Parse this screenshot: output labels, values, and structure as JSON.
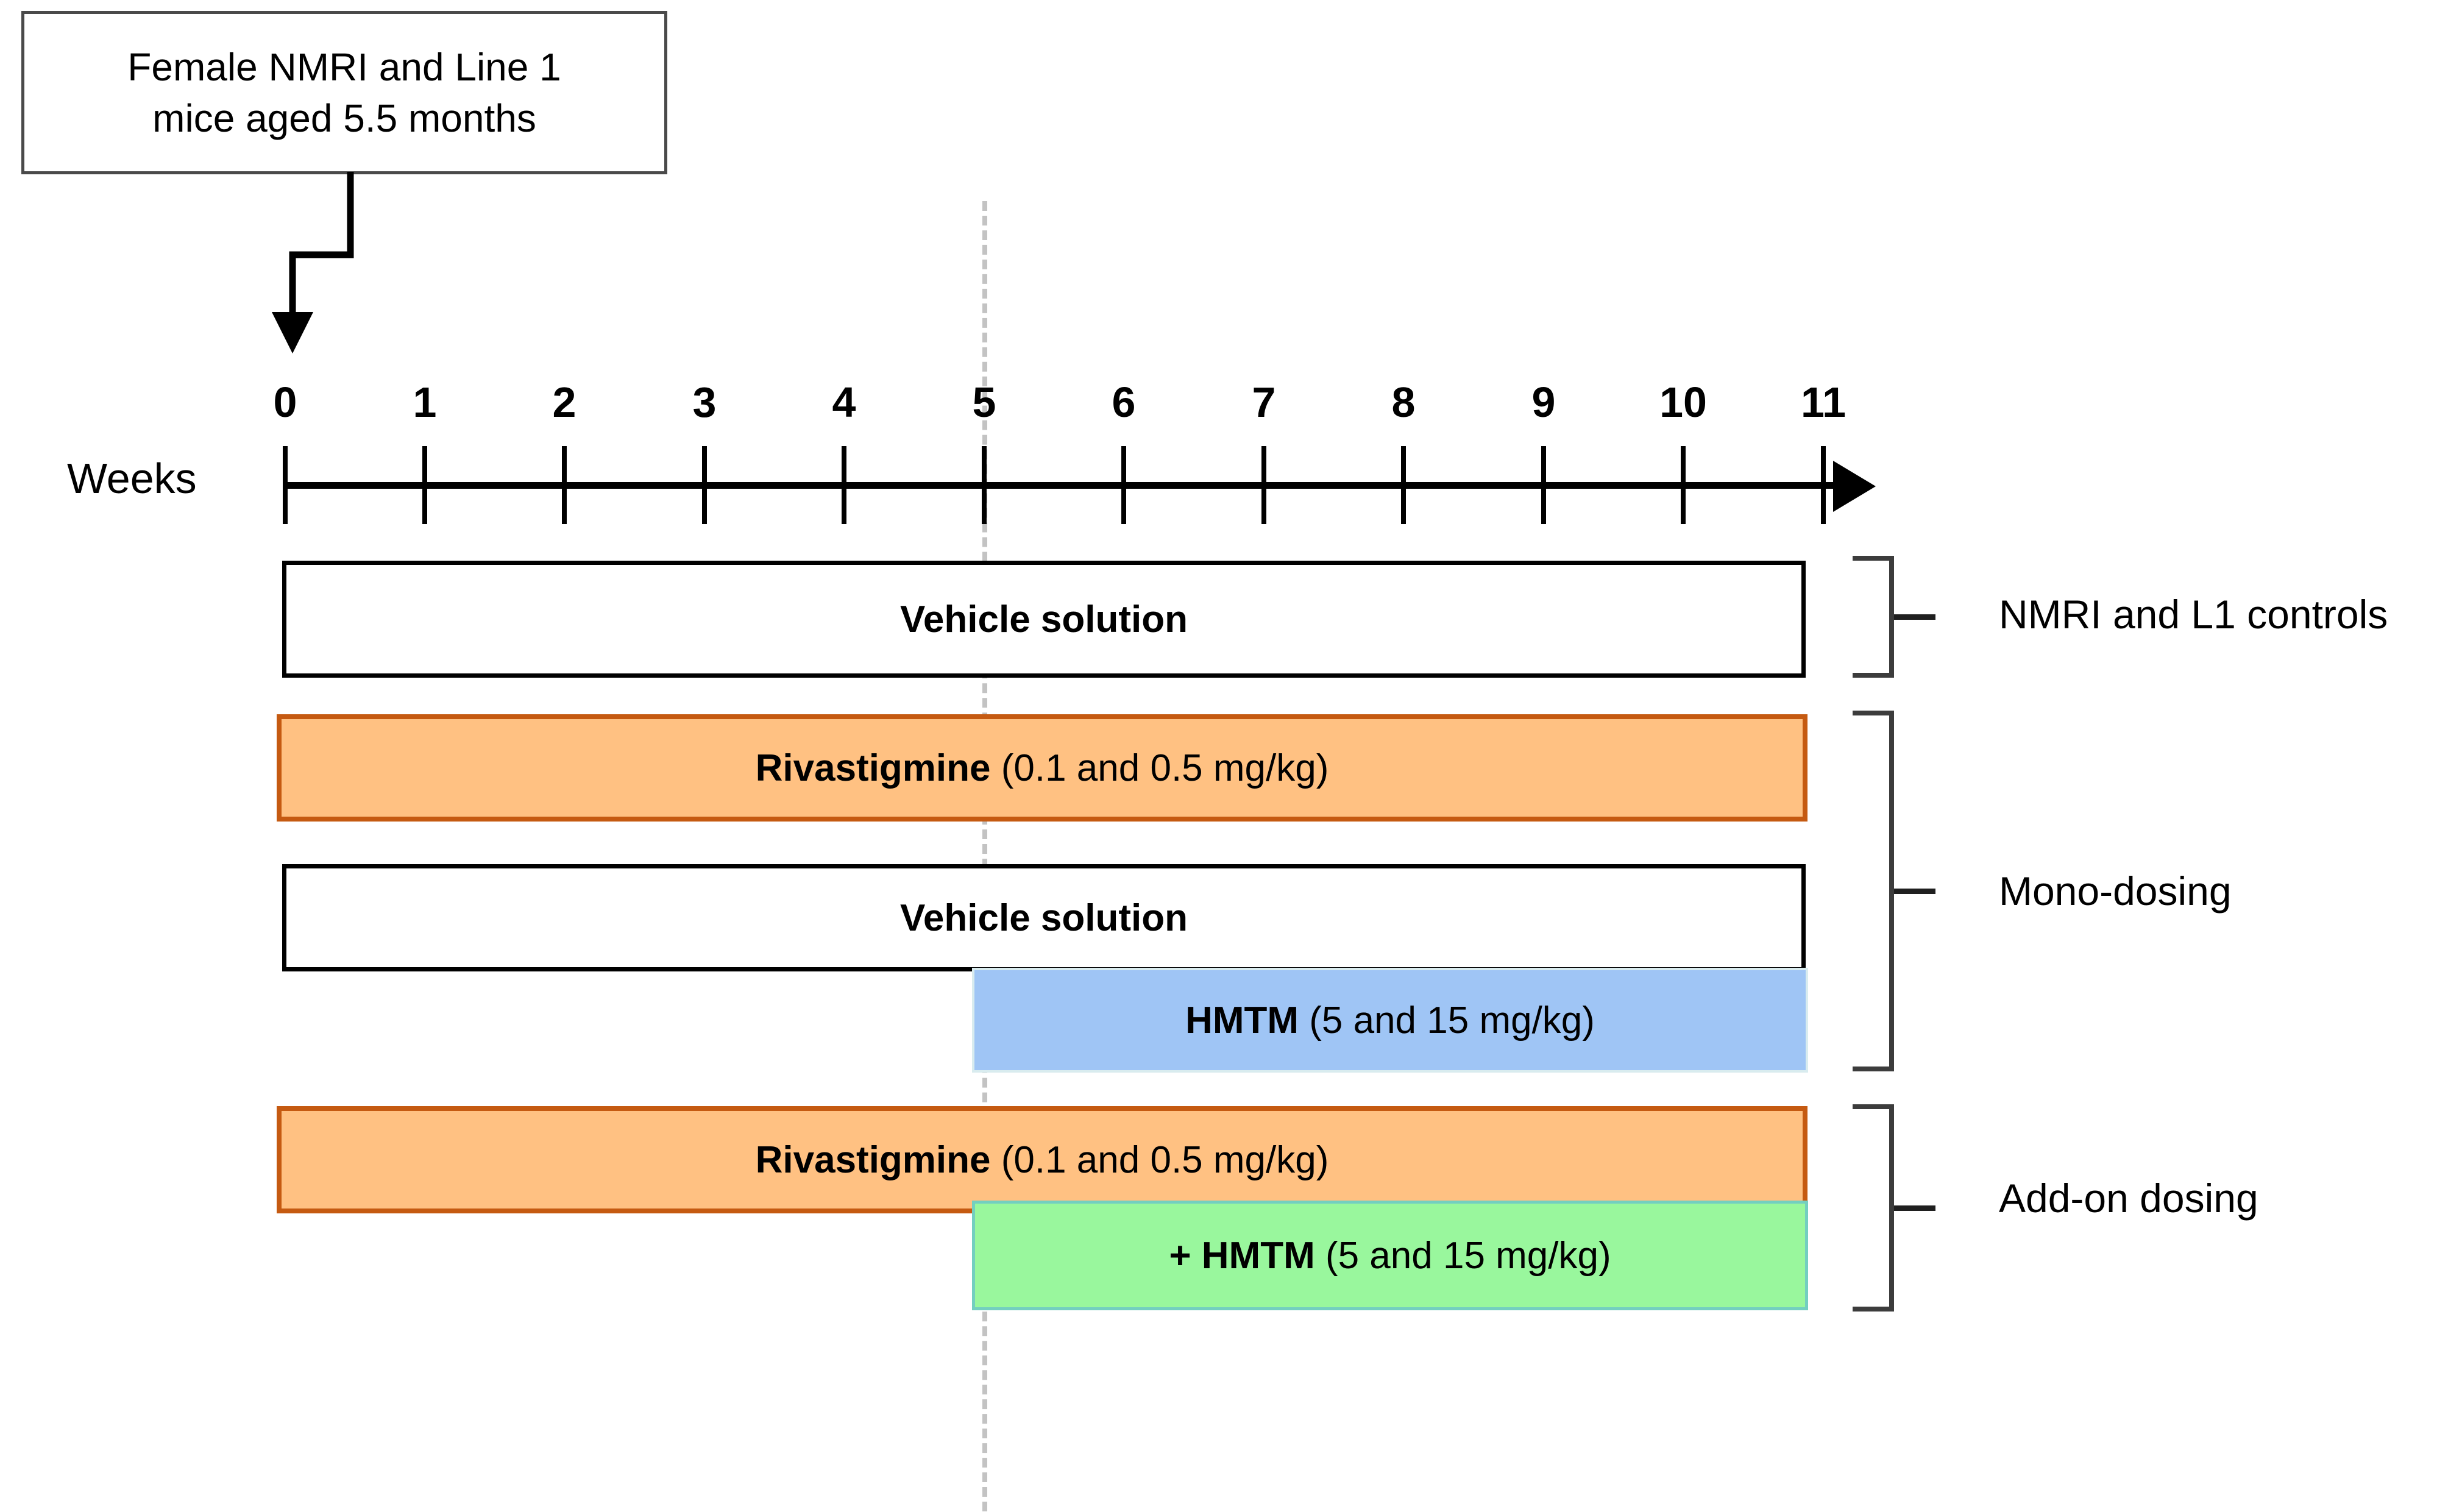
{
  "cohort": {
    "line1": "Female NMRI and Line 1",
    "line2": "mice aged 5.5 months"
  },
  "timeline": {
    "axis_label": "Weeks",
    "ticks": [
      "0",
      "1",
      "2",
      "3",
      "4",
      "5",
      "6",
      "7",
      "8",
      "9",
      "10",
      "11"
    ],
    "marker_week": "5"
  },
  "bars": [
    {
      "id": "vehicle-controls",
      "bold": "Vehicle solution",
      "plain": "",
      "start_week": "0",
      "end_week": "11",
      "fill": "#ffffff",
      "border": "#000000"
    },
    {
      "id": "rivastigmine-mono",
      "bold": "Rivastigmine",
      "plain": " (0.1 and 0.5 mg/kg)",
      "start_week": "0",
      "end_week": "11",
      "fill": "#ffc182",
      "border": "#c55a11"
    },
    {
      "id": "vehicle-mono",
      "bold": "Vehicle solution",
      "plain": "",
      "start_week": "0",
      "end_week": "11",
      "fill": "#ffffff",
      "border": "#000000"
    },
    {
      "id": "hmtm-mono",
      "bold": "HMTM",
      "plain": " (5 and 15 mg/kg)",
      "start_week": "5",
      "end_week": "11",
      "fill": "#9fc5f5",
      "border": "#d9ecef"
    },
    {
      "id": "rivastigmine-addon",
      "bold": "Rivastigmine",
      "plain": " (0.1 and 0.5 mg/kg)",
      "start_week": "0",
      "end_week": "11",
      "fill": "#ffc182",
      "border": "#c55a11"
    },
    {
      "id": "hmtm-addon",
      "bold": "+ HMTM",
      "plain": " (5 and 15 mg/kg)",
      "start_week": "5",
      "end_week": "11",
      "fill": "#99f79d",
      "border": "#73cfc0"
    }
  ],
  "groups": [
    {
      "id": "controls",
      "label": "NMRI and L1 controls"
    },
    {
      "id": "mono",
      "label": "Mono-dosing"
    },
    {
      "id": "addon",
      "label": "Add-on dosing"
    }
  ]
}
